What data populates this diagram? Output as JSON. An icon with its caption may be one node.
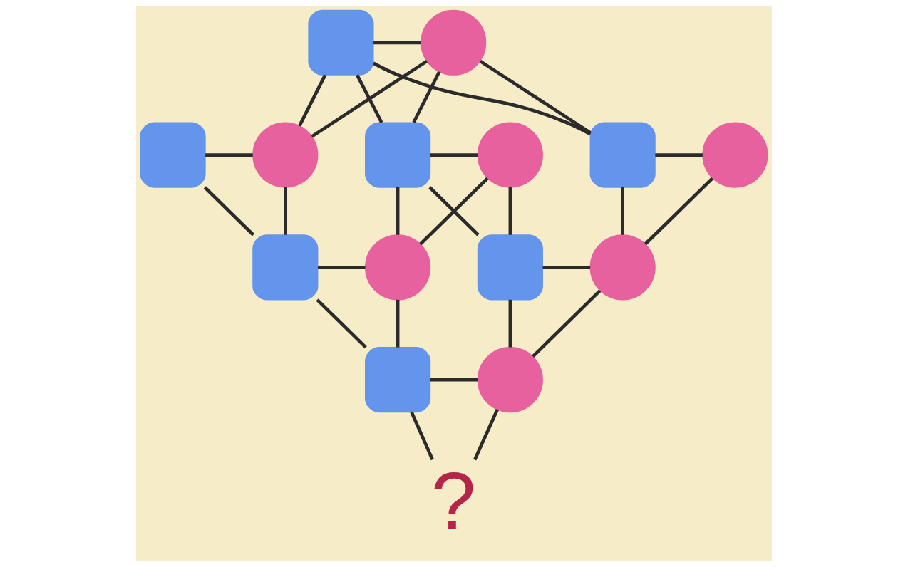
{
  "diagram": {
    "nodes": [
      {
        "text": [],
        "shape": "box"
      },
      {
        "text": [],
        "shape": "circle"
      },
      {
        "text": [],
        "shape": "box"
      },
      {
        "text": [],
        "shape": "circle"
      },
      {
        "text": [],
        "shape": "box"
      },
      {
        "text": [],
        "shape": "circle"
      },
      {
        "text": [],
        "shape": "box"
      },
      {
        "text": [],
        "shape": "circle"
      },
      {
        "text": [],
        "shape": "box"
      },
      {
        "text": [],
        "shape": "circle"
      },
      {
        "text": [],
        "shape": "box"
      },
      {
        "text": [],
        "shape": "circle"
      },
      {
        "text": [],
        "shape": "box"
      },
      {
        "text": [],
        "shape": "circle"
      },
      {
        "text": [
          "?"
        ]
      }
    ],
    "edges": [
      {
        "from": 0,
        "to": 1,
        "arrow": "none"
      },
      {
        "from": 0,
        "to": 3,
        "arrow": "none"
      },
      {
        "from": 0,
        "to": 4,
        "arrow": "none"
      },
      {
        "from": 0,
        "to": 6,
        "arrow": "none"
      },
      {
        "from": 1,
        "to": 3,
        "arrow": "none"
      },
      {
        "from": 1,
        "to": 4,
        "arrow": "none"
      },
      {
        "from": 1,
        "to": 6,
        "arrow": "none"
      },
      {
        "from": 2,
        "to": 3,
        "arrow": "none"
      },
      {
        "from": 2,
        "to": 8,
        "arrow": "none"
      },
      {
        "from": 3,
        "to": 8,
        "arrow": "none"
      },
      {
        "from": 4,
        "to": 5,
        "arrow": "none"
      },
      {
        "from": 4,
        "to": 9,
        "arrow": "none"
      },
      {
        "from": 4,
        "to": 10,
        "arrow": "none"
      },
      {
        "from": 5,
        "to": 9,
        "arrow": "none"
      },
      {
        "from": 5,
        "to": 10,
        "arrow": "none"
      },
      {
        "from": 6,
        "to": 7,
        "arrow": "none"
      },
      {
        "from": 6,
        "to": 11,
        "arrow": "none"
      },
      {
        "from": 7,
        "to": 11,
        "arrow": "none"
      },
      {
        "from": 8,
        "to": 9,
        "arrow": "none"
      },
      {
        "from": 8,
        "to": 12,
        "arrow": "none"
      },
      {
        "from": 9,
        "to": 12,
        "arrow": "none"
      },
      {
        "from": 10,
        "to": 11,
        "arrow": "none"
      },
      {
        "from": 10,
        "to": 13,
        "arrow": "none"
      },
      {
        "from": 11,
        "to": 13,
        "arrow": "none"
      },
      {
        "from": 12,
        "to": 13,
        "arrow": "none"
      },
      {
        "from": 12,
        "to": 14,
        "arrow": "none"
      },
      {
        "from": 13,
        "to": 14,
        "arrow": "none"
      }
    ]
  }
}
